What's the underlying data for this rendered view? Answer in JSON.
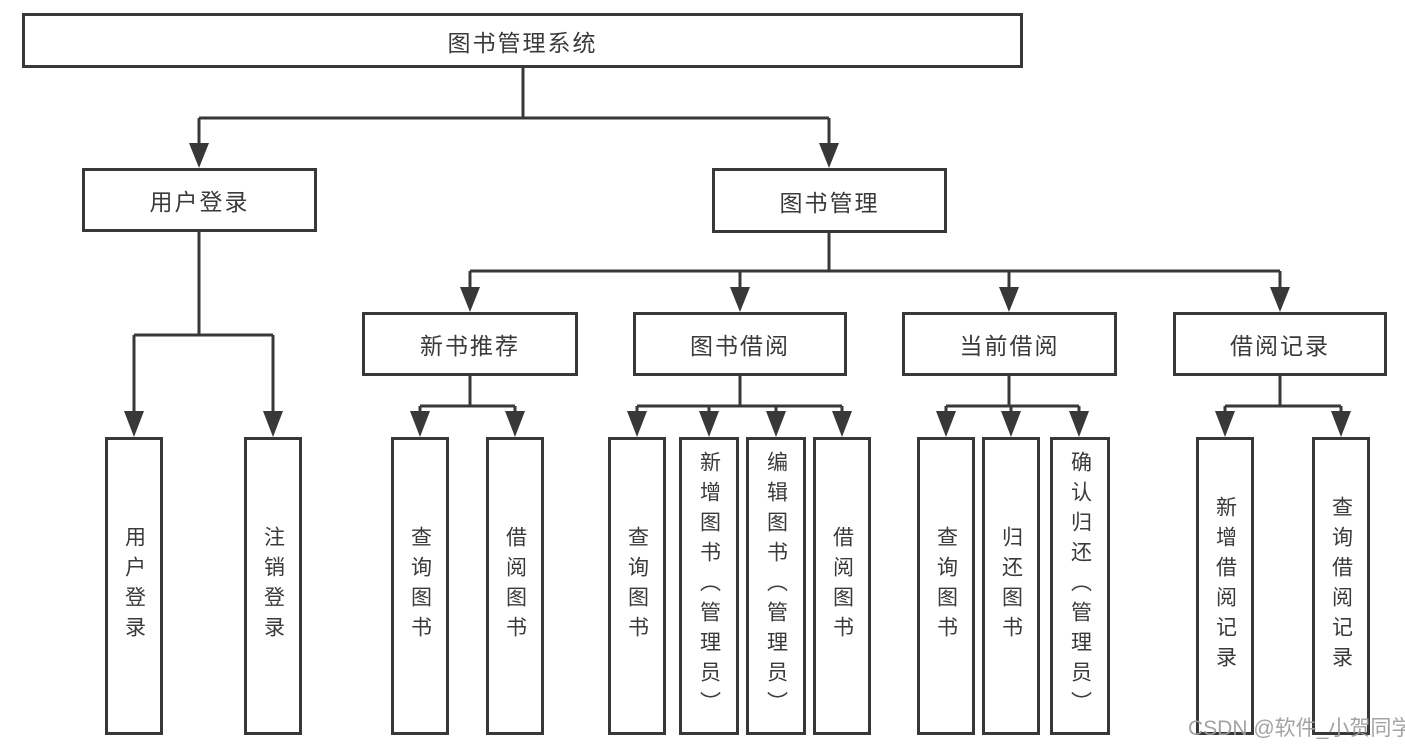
{
  "diagram": {
    "tree": {
      "root": {
        "label": "图书管理系统"
      },
      "children": [
        {
          "label": "用户登录",
          "children": [
            {
              "label": "用户登录"
            },
            {
              "label": "注销登录"
            }
          ]
        },
        {
          "label": "图书管理",
          "children": [
            {
              "label": "新书推荐",
              "children": [
                {
                  "label": "查询图书"
                },
                {
                  "label": "借阅图书"
                }
              ]
            },
            {
              "label": "图书借阅",
              "children": [
                {
                  "label": "查询图书"
                },
                {
                  "label": "新增图书（管理员）"
                },
                {
                  "label": "编辑图书（管理员）"
                },
                {
                  "label": "借阅图书"
                }
              ]
            },
            {
              "label": "当前借阅",
              "children": [
                {
                  "label": "查询图书"
                },
                {
                  "label": "归还图书"
                },
                {
                  "label": "确认归还（管理员）"
                }
              ]
            },
            {
              "label": "借阅记录",
              "children": [
                {
                  "label": "新增借阅记录"
                },
                {
                  "label": "查询借阅记录"
                }
              ]
            }
          ]
        }
      ]
    },
    "colors": {
      "line": "#383838",
      "text": "#3a3a3a",
      "background": "#ffffff",
      "watermark": "#9e9e9e"
    }
  },
  "watermark": {
    "text": "CSDN @软件_小贺同学"
  }
}
